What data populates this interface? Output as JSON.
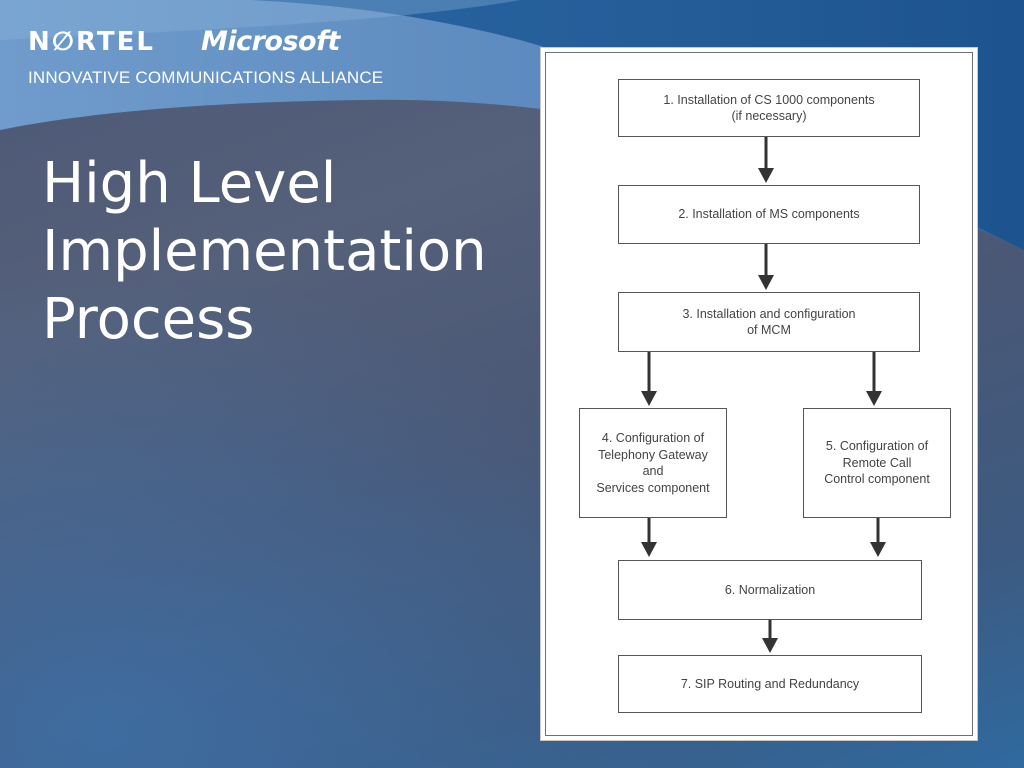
{
  "header": {
    "nortel_logo": "N∅RTEL",
    "microsoft_logo": "Microsoft",
    "alliance": "INNOVATIVE COMMUNICATIONS ALLIANCE"
  },
  "slide": {
    "title_lines": [
      "High Level",
      "Implementation",
      "Process"
    ]
  },
  "flowchart": {
    "steps": [
      "1. Installation of CS 1000 components\n(if necessary)",
      "2. Installation of MS components",
      "3. Installation and configuration\nof MCM",
      "4. Configuration of\nTelephony Gateway\nand\nServices component",
      "5. Configuration of\nRemote Call\nControl component",
      "6. Normalization",
      "7. SIP Routing and Redundancy"
    ]
  },
  "colors": {
    "text": "#ffffff",
    "figure_background": "#ffffff",
    "box_border": "#555555",
    "arrow": "#333333"
  }
}
